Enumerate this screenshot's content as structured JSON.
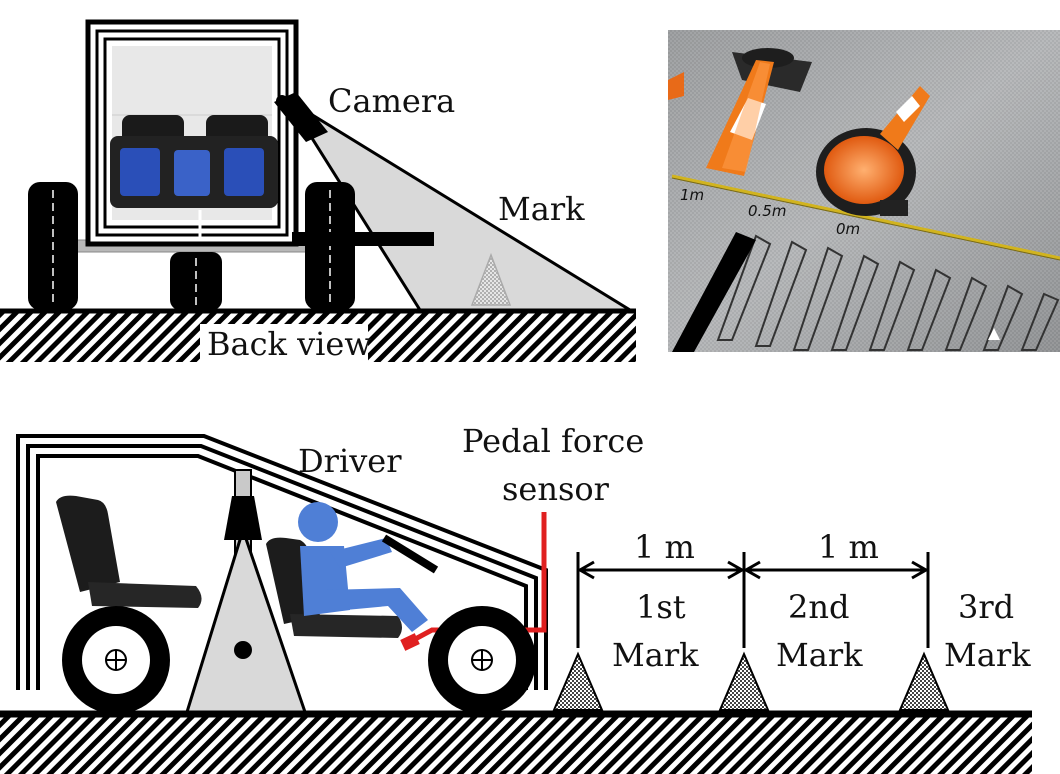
{
  "labels": {
    "camera": "Camera",
    "mark_top": "Mark",
    "back_view": "Back view",
    "driver": "Driver",
    "pedal_line1": "Pedal force",
    "pedal_line2": "sensor",
    "dist1": "1 m",
    "dist2": "1 m",
    "m1_line1": "1st",
    "m1_line2": "Mark",
    "m2_line1": "2nd",
    "m2_line2": "Mark",
    "m3_line1": "3rd",
    "m3_line2": "Mark"
  },
  "photo": {
    "tape_1m": "1m",
    "tape_05m": "0.5m",
    "tape_0m": "0m"
  },
  "colors": {
    "driver": "#4f7fd6",
    "sensor": "#e02020",
    "seat_window": "#2a4fb8",
    "cone": "#f07a1a"
  }
}
